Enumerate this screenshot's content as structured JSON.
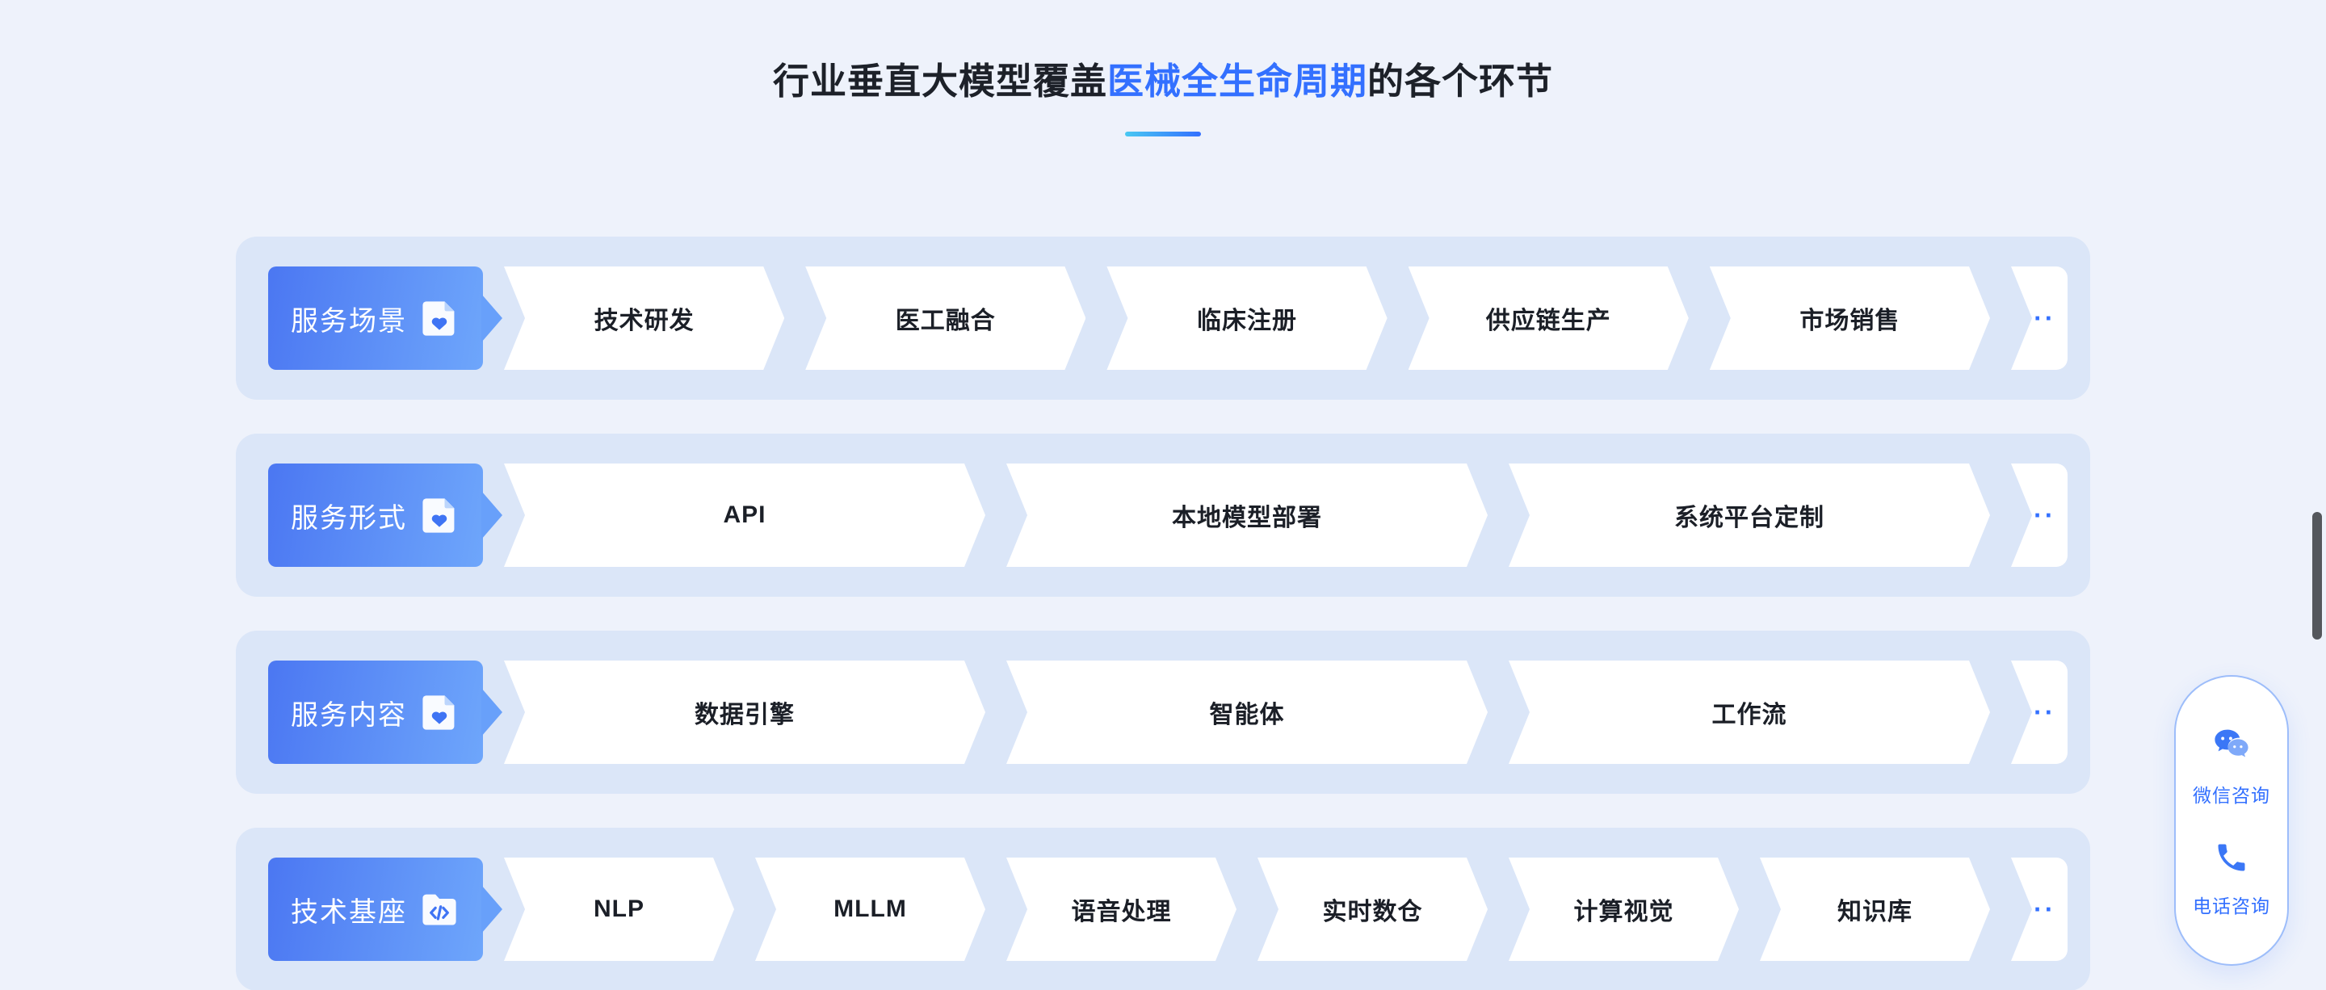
{
  "title": {
    "prefix": "行业垂直大模型覆盖",
    "highlight": "医械全生命周期",
    "suffix": "的各个环节"
  },
  "rows": [
    {
      "label": "服务场景",
      "icon": "doc-heart-icon",
      "items": [
        "技术研发",
        "医工融合",
        "临床注册",
        "供应链生产",
        "市场销售"
      ],
      "more": "···"
    },
    {
      "label": "服务形式",
      "icon": "doc-heart-icon",
      "items": [
        "API",
        "本地模型部署",
        "系统平台定制"
      ],
      "more": "···"
    },
    {
      "label": "服务内容",
      "icon": "doc-heart-icon",
      "items": [
        "数据引擎",
        "智能体",
        "工作流"
      ],
      "more": "···"
    },
    {
      "label": "技术基座",
      "icon": "folder-code-icon",
      "items": [
        "NLP",
        "MLLM",
        "语音处理",
        "实时数仓",
        "计算视觉",
        "知识库"
      ],
      "more": "···"
    }
  ],
  "contact": {
    "wechat": {
      "label": "微信咨询",
      "icon": "wechat-icon"
    },
    "phone": {
      "label": "电话咨询",
      "icon": "phone-handset-icon"
    }
  },
  "colors": {
    "page_bg": "#eef2fb",
    "row_bg": "#dbe6f8",
    "accent_blue": "#3370ff",
    "label_gradient_start": "#4b77f2",
    "label_gradient_end": "#6ea6fb",
    "underline_gradient_start": "#49c8f2",
    "underline_gradient_end": "#3370ff"
  }
}
